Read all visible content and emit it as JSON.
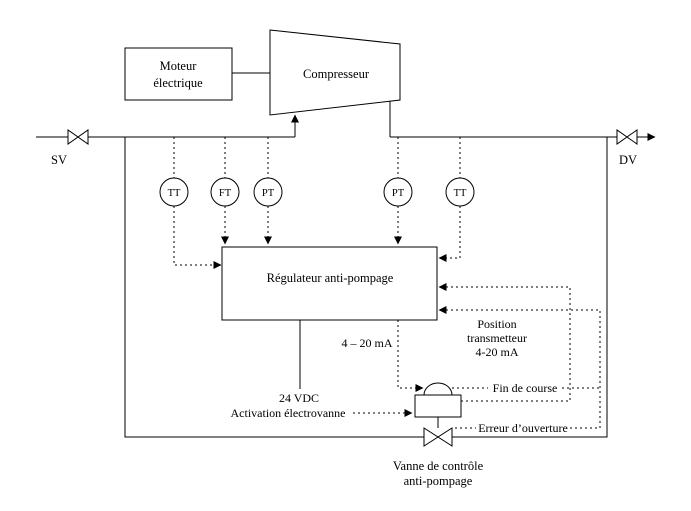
{
  "diagram": {
    "compressor_label": "Compresseur",
    "motor_label_line1": "Moteur",
    "motor_label_line2": "électrique",
    "controller_label": "Régulateur anti-pompage",
    "suction_valve_label": "SV",
    "discharge_valve_label": "DV",
    "control_valve_label_line1": "Vanne de contrôle",
    "control_valve_label_line2": "anti-pompage",
    "instruments": [
      {
        "tag": "TT"
      },
      {
        "tag": "FT"
      },
      {
        "tag": "PT"
      },
      {
        "tag": "PT"
      },
      {
        "tag": "TT"
      }
    ],
    "signals": {
      "controller_output": "4 – 20 mA",
      "power_supply": "24 VDC",
      "solenoid_activation": "Activation électrovanne",
      "position_transmitter_line1": "Position",
      "position_transmitter_line2": "transmetteur",
      "position_transmitter_line3": "4-20 mA",
      "limit_switch": "Fin de course",
      "opening_error": "Erreur d’ouverture"
    },
    "colors": {
      "line": "#000000",
      "background": "#ffffff"
    }
  }
}
